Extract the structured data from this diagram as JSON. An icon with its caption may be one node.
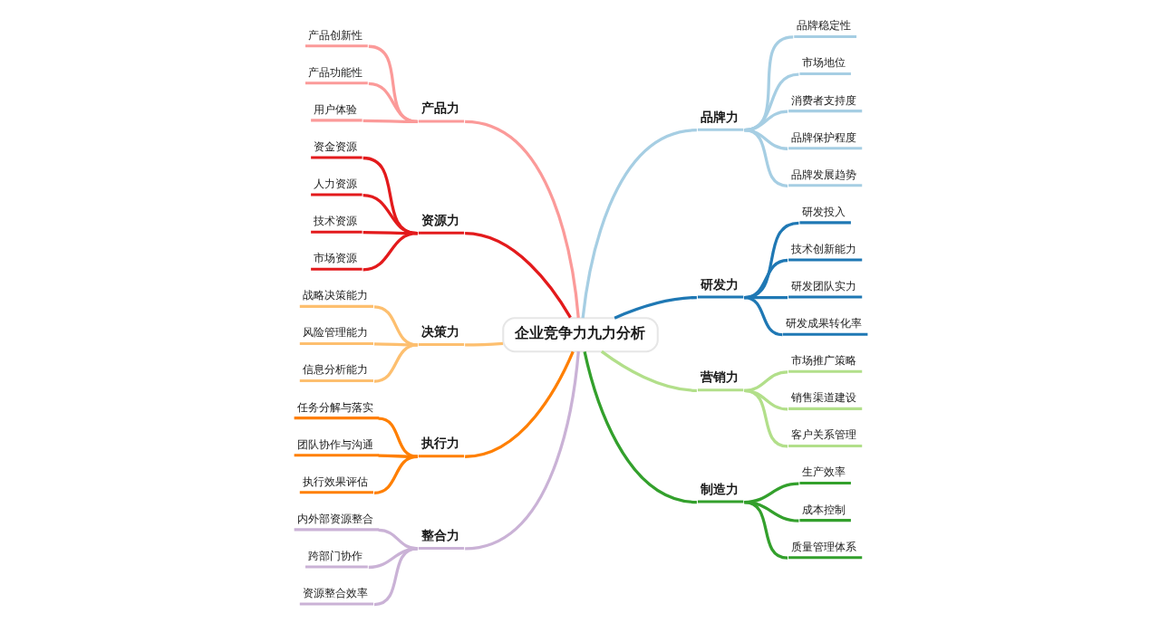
{
  "diagram": {
    "nodes": [
      {
        "text": [
          "企业竞争力九力分析"
        ]
      },
      {
        "text": [
          "产品力"
        ]
      },
      {
        "text": [
          "产品创新性"
        ]
      },
      {
        "text": [
          "产品功能性"
        ]
      },
      {
        "text": [
          "用户体验"
        ]
      },
      {
        "text": [
          "资源力"
        ]
      },
      {
        "text": [
          "资金资源"
        ]
      },
      {
        "text": [
          "人力资源"
        ]
      },
      {
        "text": [
          "技术资源"
        ]
      },
      {
        "text": [
          "市场资源"
        ]
      },
      {
        "text": [
          "决策力"
        ]
      },
      {
        "text": [
          "战略决策能力"
        ]
      },
      {
        "text": [
          "风险管理能力"
        ]
      },
      {
        "text": [
          "信息分析能力"
        ]
      },
      {
        "text": [
          "执行力"
        ]
      },
      {
        "text": [
          "任务分解与落实"
        ]
      },
      {
        "text": [
          "团队协作与沟通"
        ]
      },
      {
        "text": [
          "执行效果评估"
        ]
      },
      {
        "text": [
          "整合力"
        ]
      },
      {
        "text": [
          "内外部资源整合"
        ]
      },
      {
        "text": [
          "跨部门协作"
        ]
      },
      {
        "text": [
          "资源整合效率"
        ]
      },
      {
        "text": [
          "品牌力"
        ]
      },
      {
        "text": [
          "品牌稳定性"
        ]
      },
      {
        "text": [
          "市场地位"
        ]
      },
      {
        "text": [
          "消费者支持度"
        ]
      },
      {
        "text": [
          "品牌保护程度"
        ]
      },
      {
        "text": [
          "品牌发展趋势"
        ]
      },
      {
        "text": [
          "研发力"
        ]
      },
      {
        "text": [
          "研发投入"
        ]
      },
      {
        "text": [
          "技术创新能力"
        ]
      },
      {
        "text": [
          "研发团队实力"
        ]
      },
      {
        "text": [
          "研发成果转化率"
        ]
      },
      {
        "text": [
          "营销力"
        ]
      },
      {
        "text": [
          "市场推广策略"
        ]
      },
      {
        "text": [
          "销售渠道建设"
        ]
      },
      {
        "text": [
          "客户关系管理"
        ]
      },
      {
        "text": [
          "制造力"
        ]
      },
      {
        "text": [
          "生产效率"
        ]
      },
      {
        "text": [
          "成本控制"
        ]
      },
      {
        "text": [
          "质量管理体系"
        ]
      }
    ],
    "edges": [
      {
        "from": 0,
        "to": 1,
        "arrow": "none",
        "color": "#fb9a99"
      },
      {
        "from": 1,
        "to": 2,
        "arrow": "none",
        "color": "#fb9a99"
      },
      {
        "from": 1,
        "to": 3,
        "arrow": "none",
        "color": "#fb9a99"
      },
      {
        "from": 1,
        "to": 4,
        "arrow": "none",
        "color": "#fb9a99"
      },
      {
        "from": 0,
        "to": 5,
        "arrow": "none",
        "color": "#e31a1c"
      },
      {
        "from": 5,
        "to": 6,
        "arrow": "none",
        "color": "#e31a1c"
      },
      {
        "from": 5,
        "to": 7,
        "arrow": "none",
        "color": "#e31a1c"
      },
      {
        "from": 5,
        "to": 8,
        "arrow": "none",
        "color": "#e31a1c"
      },
      {
        "from": 5,
        "to": 9,
        "arrow": "none",
        "color": "#e31a1c"
      },
      {
        "from": 0,
        "to": 10,
        "arrow": "none",
        "color": "#fdbf6f"
      },
      {
        "from": 10,
        "to": 11,
        "arrow": "none",
        "color": "#fdbf6f"
      },
      {
        "from": 10,
        "to": 12,
        "arrow": "none",
        "color": "#fdbf6f"
      },
      {
        "from": 10,
        "to": 13,
        "arrow": "none",
        "color": "#fdbf6f"
      },
      {
        "from": 0,
        "to": 14,
        "arrow": "none",
        "color": "#ff7f00"
      },
      {
        "from": 14,
        "to": 15,
        "arrow": "none",
        "color": "#ff7f00"
      },
      {
        "from": 14,
        "to": 16,
        "arrow": "none",
        "color": "#ff7f00"
      },
      {
        "from": 14,
        "to": 17,
        "arrow": "none",
        "color": "#ff7f00"
      },
      {
        "from": 0,
        "to": 18,
        "arrow": "none",
        "color": "#cab2d6"
      },
      {
        "from": 18,
        "to": 19,
        "arrow": "none",
        "color": "#cab2d6"
      },
      {
        "from": 18,
        "to": 20,
        "arrow": "none",
        "color": "#cab2d6"
      },
      {
        "from": 18,
        "to": 21,
        "arrow": "none",
        "color": "#cab2d6"
      },
      {
        "from": 0,
        "to": 22,
        "arrow": "none",
        "color": "#a6cee3"
      },
      {
        "from": 22,
        "to": 23,
        "arrow": "none",
        "color": "#a6cee3"
      },
      {
        "from": 22,
        "to": 24,
        "arrow": "none",
        "color": "#a6cee3"
      },
      {
        "from": 22,
        "to": 25,
        "arrow": "none",
        "color": "#a6cee3"
      },
      {
        "from": 22,
        "to": 26,
        "arrow": "none",
        "color": "#a6cee3"
      },
      {
        "from": 22,
        "to": 27,
        "arrow": "none",
        "color": "#a6cee3"
      },
      {
        "from": 0,
        "to": 28,
        "arrow": "none",
        "color": "#1f78b4"
      },
      {
        "from": 28,
        "to": 29,
        "arrow": "none",
        "color": "#1f78b4"
      },
      {
        "from": 28,
        "to": 30,
        "arrow": "none",
        "color": "#1f78b4"
      },
      {
        "from": 28,
        "to": 31,
        "arrow": "none",
        "color": "#1f78b4"
      },
      {
        "from": 28,
        "to": 32,
        "arrow": "none",
        "color": "#1f78b4"
      },
      {
        "from": 0,
        "to": 33,
        "arrow": "none",
        "color": "#b2df8a"
      },
      {
        "from": 33,
        "to": 34,
        "arrow": "none",
        "color": "#b2df8a"
      },
      {
        "from": 33,
        "to": 35,
        "arrow": "none",
        "color": "#b2df8a"
      },
      {
        "from": 33,
        "to": 36,
        "arrow": "none",
        "color": "#b2df8a"
      },
      {
        "from": 0,
        "to": 37,
        "arrow": "none",
        "color": "#33a02c"
      },
      {
        "from": 37,
        "to": 38,
        "arrow": "none",
        "color": "#33a02c"
      },
      {
        "from": 37,
        "to": 39,
        "arrow": "none",
        "color": "#33a02c"
      },
      {
        "from": 37,
        "to": 40,
        "arrow": "none",
        "color": "#33a02c"
      }
    ]
  }
}
